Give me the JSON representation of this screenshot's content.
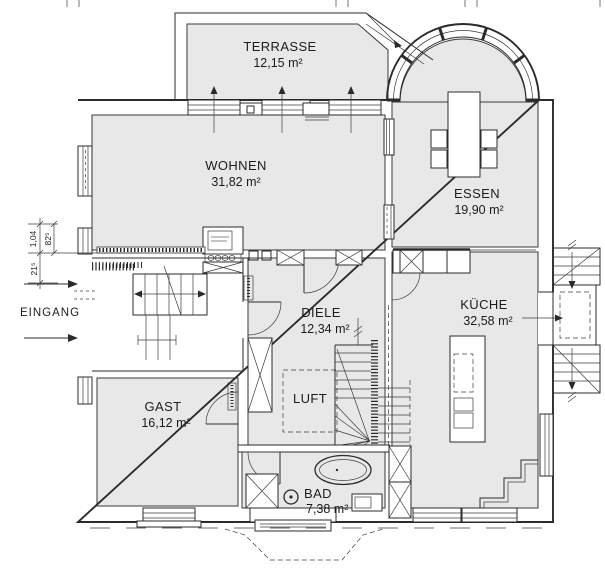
{
  "drawing": {
    "title": "ground-floor-plan",
    "rooms": {
      "terrasse": {
        "name": "TERRASSE",
        "area": "12,15 m²"
      },
      "wohnen": {
        "name": "WOHNEN",
        "area": "31,82 m²"
      },
      "essen": {
        "name": "ESSEN",
        "area": "19,90 m²"
      },
      "kueche": {
        "name": "KÜCHE",
        "area": "32,58 m²"
      },
      "diele": {
        "name": "DIELE",
        "area": "12,34 m²"
      },
      "luft": {
        "name": "LUFT"
      },
      "gast": {
        "name": "GAST",
        "area": "16,12 m²"
      },
      "bad": {
        "name": "BAD",
        "area": "7,38 m²"
      }
    },
    "entrance_label": "EINGANG",
    "dimensions": {
      "d1": "1,04",
      "d2": "82⁵",
      "d3": "21⁵"
    },
    "colors": {
      "room_fill": "#e8e8e8",
      "line": "#2b2b2b"
    }
  }
}
